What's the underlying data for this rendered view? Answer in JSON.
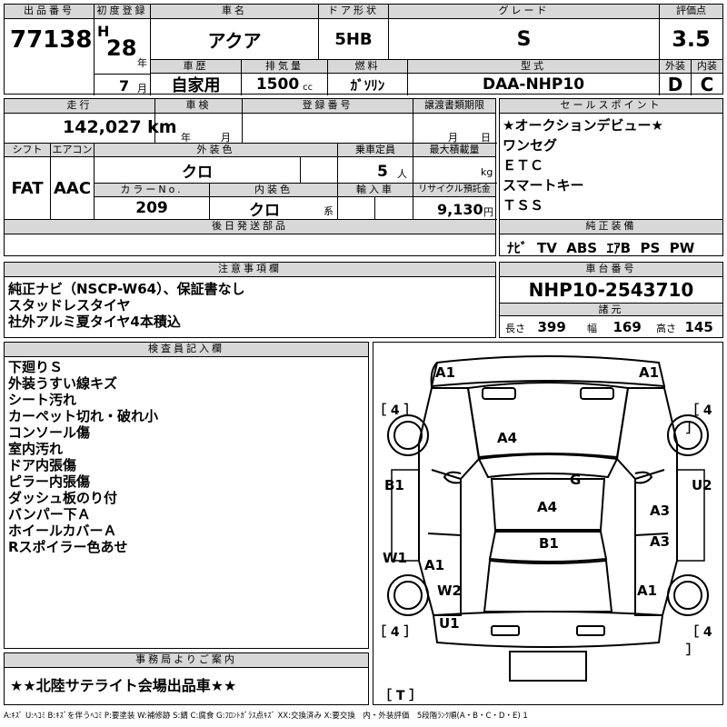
{
  "headers": {
    "lot_no": "出品番号",
    "first_reg": "初度登録",
    "car_name": "車名",
    "door": "ドア形状",
    "grade": "グレード",
    "score": "評価点",
    "history": "車歴",
    "displacement": "排気量",
    "fuel": "燃料",
    "model_code": "型式",
    "exterior": "外装",
    "interior": "内装",
    "mileage": "走行",
    "inspection": "車検",
    "registration": "登録番号",
    "transfer": "譲渡書類期限",
    "sales_points": "セールスポイント",
    "shift": "シフト",
    "aircon": "エアコン",
    "ext_color": "外装色",
    "capacity": "乗車定員",
    "max_load": "最大積載量",
    "color_no": "カラーNo.",
    "int_color": "内装色",
    "import": "輸入車",
    "recycle": "リサイクル預託金",
    "later_parts": "後日発送部品",
    "genuine": "純正装備",
    "notes": "注意事項欄",
    "chassis": "車台番号",
    "specs": "諸元",
    "inspector": "検査員記入欄",
    "office": "事務局よりご案内"
  },
  "lot": {
    "number": "77138"
  },
  "first_reg": {
    "era": "H",
    "year": "28",
    "year_unit": "年",
    "month": "7",
    "month_unit": "月"
  },
  "car": {
    "name": "アクア",
    "door": "5HB",
    "grade": "S",
    "history": "自家用",
    "displacement": "1500",
    "disp_unit": "cc",
    "fuel": "ｶﾞｿﾘﾝ",
    "model_code": "DAA-NHP10"
  },
  "score": {
    "overall": "3.5",
    "exterior": "D",
    "interior": "C"
  },
  "mileage": {
    "value": "142,027",
    "unit": "km"
  },
  "inspection": {
    "year_unit": "年",
    "month_unit": "月"
  },
  "transfer": {
    "month_unit": "月",
    "day_unit": "日"
  },
  "sales_points": [
    "★オークションデビュー★",
    "ワンセグ",
    "ＥＴＣ",
    "スマートキー",
    "ＴＳＳ"
  ],
  "shift": "FAT",
  "aircon": "AAC",
  "ext_color": "クロ",
  "capacity": {
    "value": "5",
    "unit": "人"
  },
  "max_load": {
    "unit": "kg"
  },
  "color_no": "209",
  "int_color": {
    "value": "クロ",
    "unit": "系"
  },
  "recycle": {
    "value": "9,130",
    "unit": "円"
  },
  "genuine_equipment": [
    "ﾅﾋﾞ",
    "TV",
    "ABS",
    "ｴｱB",
    "PS",
    "PW"
  ],
  "notes": [
    "純正ナビ（NSCP-W64）、保証書なし",
    "スタッドレスタイヤ",
    "社外アルミ夏タイヤ4本積込"
  ],
  "chassis_no": "NHP10-2543710",
  "specs": {
    "length_label": "長さ",
    "length": "399",
    "width_label": "幅",
    "width": "169",
    "height_label": "高さ",
    "height": "145"
  },
  "inspector_notes": [
    "下廻りＳ",
    "外装うすい線キズ",
    "シート汚れ",
    "カーペット切れ・破れ小",
    "コンソール傷",
    "室内汚れ",
    "ドア内張傷",
    "ピラー内張傷",
    "ダッシュ板のり付",
    "バンパー下Ａ",
    "ホイールカバーＡ",
    "Rスポイラー色あせ"
  ],
  "office_message": "★★北陸サテライト会場出品車★★",
  "diagram_labels": {
    "front_left": "A1",
    "front_right": "A1",
    "hood": "A4",
    "glass": "G",
    "left_front_fender": "B1",
    "roof": "A4",
    "right_front_door_top": "U2",
    "right_front_door": "A3",
    "right_rear_door": "A3",
    "trunk_lid": "B1",
    "left_rear_door": "W1",
    "left_rear_door_b": "A1",
    "left_rear_fender": "W2",
    "right_rear_fender": "A1",
    "rear_left": "U1",
    "tire_fl": "［ 4 ］",
    "tire_fr": "［ 4 ］",
    "tire_rl": "［ 4 ］",
    "tire_rr": "［ 4 ］",
    "spare": "［ T ］"
  },
  "legend": "A:ｷｽﾞ U:ﾍｺﾐ B:ｷｽﾞを伴うﾍｺﾐ P:要塗装 W:補修跡 S:錆 C:腐食 G:ﾌﾛﾝﾄｶﾞﾗｽ点ｷｽﾞ XX:交換済み X:要交換　内・外装評価　5段階ﾗﾝｸ順(A・B・C・D・E) 1"
}
